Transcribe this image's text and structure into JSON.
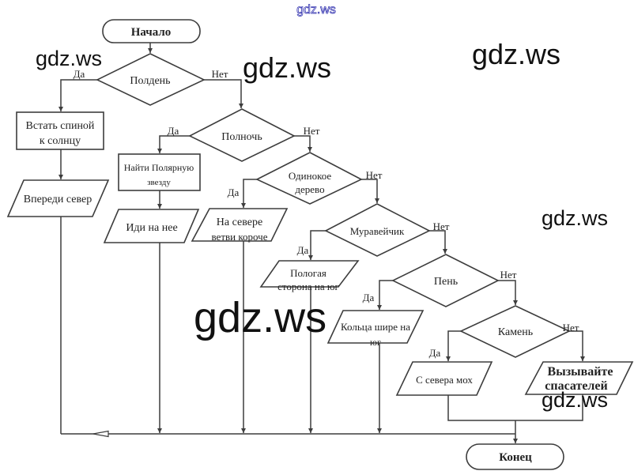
{
  "watermarks": [
    "gdz.ws",
    "gdz.ws",
    "gdz.ws",
    "gdz.ws",
    "gdz.ws",
    "gdz.ws",
    "gdz.ws"
  ],
  "colors": {
    "line": "#3d3d3d",
    "text": "#222222",
    "watermark": "#111111",
    "watermark_top_outline": "#3b3bb3"
  },
  "flowchart": {
    "labels": {
      "yes": "Да",
      "no": "Нет"
    },
    "start": "Начало",
    "end": "Конец",
    "decisions": {
      "noon": "Полдень",
      "midnight": "Полночь",
      "lone_tree": [
        "Одинокое",
        "дерево"
      ],
      "anthill": "Муравейчик",
      "stump": "Пень",
      "stone": "Камень"
    },
    "processes": {
      "back_to_sun": [
        "Встать спиной",
        "к солнцу"
      ],
      "find_polaris": [
        "Найти Полярную",
        "звезду"
      ]
    },
    "outputs": {
      "north_ahead": "Впереди север",
      "go_to_it": "Иди на нее",
      "shorter_branches": [
        "На севере",
        "ветви короче"
      ],
      "gentle_slope": [
        "Пологая",
        "сторона на юг"
      ],
      "wider_rings": [
        "Кольца шире на",
        "юг"
      ],
      "moss_north": "С севера мох",
      "call_rescuers": [
        "Вызывайте",
        "спасателей"
      ]
    }
  }
}
